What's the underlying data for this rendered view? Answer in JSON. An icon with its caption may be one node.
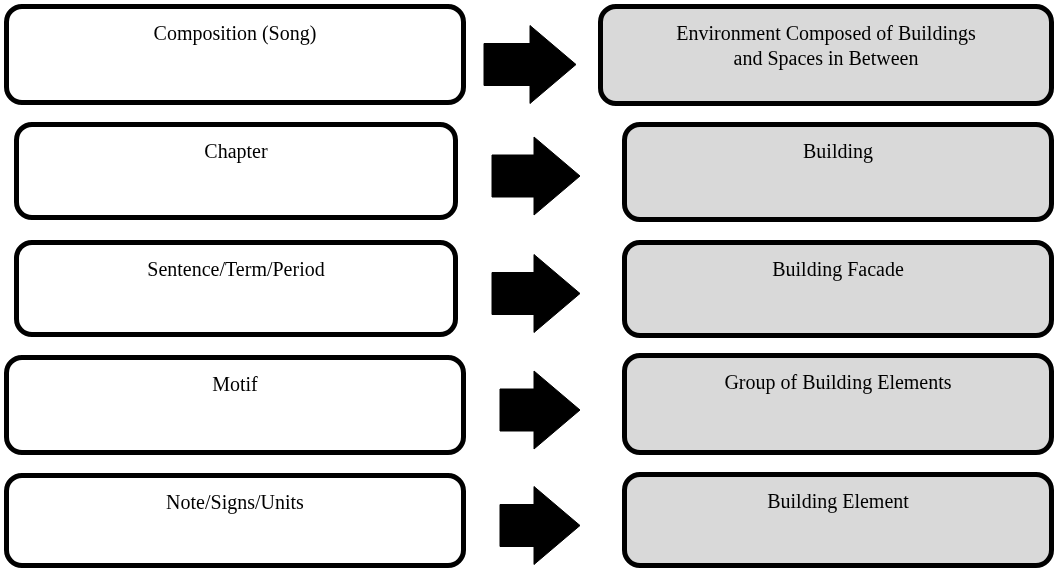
{
  "diagram": {
    "nodes": [
      {
        "text": [
          "Composition (Song)"
        ]
      },
      {
        "text": [
          "Chapter"
        ]
      },
      {
        "text": [
          "Sentence/Term/Period"
        ]
      },
      {
        "text": [
          "Motif"
        ]
      },
      {
        "text": [
          "Note/Signs/Units"
        ]
      },
      {
        "text": [
          "Environment Composed of Buildings and Spaces in Between"
        ]
      },
      {
        "text": [
          "Building"
        ]
      },
      {
        "text": [
          "Building Facade"
        ]
      },
      {
        "text": [
          "Group of Building Elements"
        ]
      },
      {
        "text": [
          "Building Element"
        ]
      }
    ],
    "edges": [
      {
        "from": 0,
        "to": 5,
        "arrow": "to"
      },
      {
        "from": 1,
        "to": 6,
        "arrow": "to"
      },
      {
        "from": 2,
        "to": 7,
        "arrow": "to"
      },
      {
        "from": 3,
        "to": 8,
        "arrow": "to"
      },
      {
        "from": 4,
        "to": 9,
        "arrow": "to"
      }
    ]
  }
}
